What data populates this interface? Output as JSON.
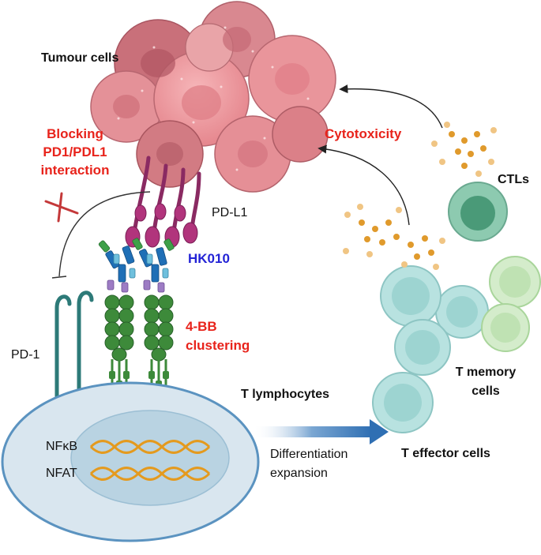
{
  "labels": {
    "tumour_cells": "Tumour cells",
    "blocking_l1": "Blocking",
    "blocking_l2": "PD1/PDL1",
    "blocking_l3": "interaction",
    "pd_l1": "PD-L1",
    "hk010": "HK010",
    "clustering_l1": "4-BB",
    "clustering_l2": "clustering",
    "pd_1": "PD-1",
    "cytotoxicity": "Cytotoxicity",
    "ctls": "CTLs",
    "t_memory_l1": "T memory",
    "t_memory_l2": "cells",
    "t_lymphocytes": "T lymphocytes",
    "nfkb": "NFκB",
    "nfat": "NFAT",
    "differentiation_l1": "Differentiation",
    "differentiation_l2": "expansion",
    "t_effector": "T effector cells"
  },
  "colors": {
    "highlight_red": "#e8231b",
    "hk010_blue": "#2323d6",
    "tumour_pink": "#e8888e",
    "tumour_dark": "#c0616c",
    "cell_membrane": "#5b93c0",
    "cell_fill": "#d9e6ef",
    "nucleus_fill": "#b9d3e2",
    "pd1_teal": "#2d7a78",
    "cd137_green": "#3d8a3a",
    "pdl1_purple": "#8a2a62",
    "effector_cell": "#b8e2e0",
    "memory_cell": "#c4e6bd",
    "ctl_cell": "#8dcab0",
    "granule_orange": "#e09a2c",
    "granule_light": "#f0c584",
    "arrow_blue": "#2f6fb3",
    "dna_orange": "#e49a1e"
  }
}
